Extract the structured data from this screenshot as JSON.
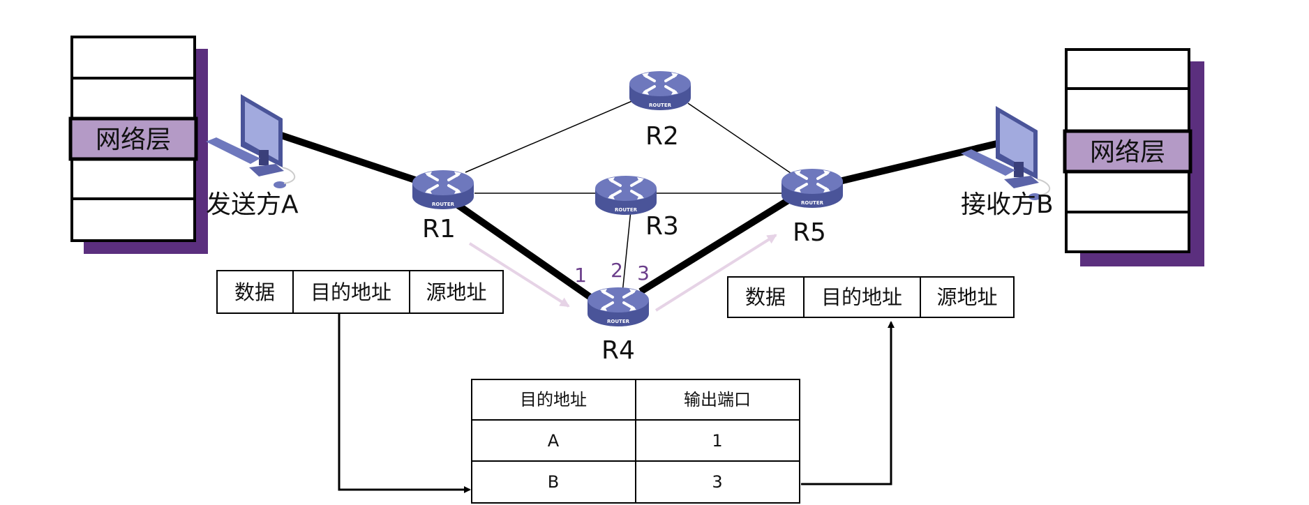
{
  "colors": {
    "stack_shadow": "#5b2f7e",
    "network_layer_fill": "#b49ac6",
    "router_top": "#6e78bd",
    "router_side": "#4a5499",
    "port_label": "#6a3d8a",
    "flow_arrow": "#e6d3e6"
  },
  "sender": {
    "label": "发送方A",
    "stack_layer_label": "网络层"
  },
  "receiver": {
    "label": "接收方B",
    "stack_layer_label": "网络层"
  },
  "router_logo_text": "ROUTER",
  "routers": [
    {
      "id": "R1",
      "label": "R1"
    },
    {
      "id": "R2",
      "label": "R2"
    },
    {
      "id": "R3",
      "label": "R3"
    },
    {
      "id": "R4",
      "label": "R4"
    },
    {
      "id": "R5",
      "label": "R5"
    }
  ],
  "ports": [
    "1",
    "2",
    "3"
  ],
  "packet_in": {
    "fields": [
      "数据",
      "目的地址",
      "源地址"
    ]
  },
  "packet_out": {
    "fields": [
      "数据",
      "目的地址",
      "源地址"
    ]
  },
  "routing_table": {
    "headers": [
      "目的地址",
      "输出端口"
    ],
    "rows": [
      [
        "A",
        "1"
      ],
      [
        "B",
        "3"
      ]
    ]
  }
}
